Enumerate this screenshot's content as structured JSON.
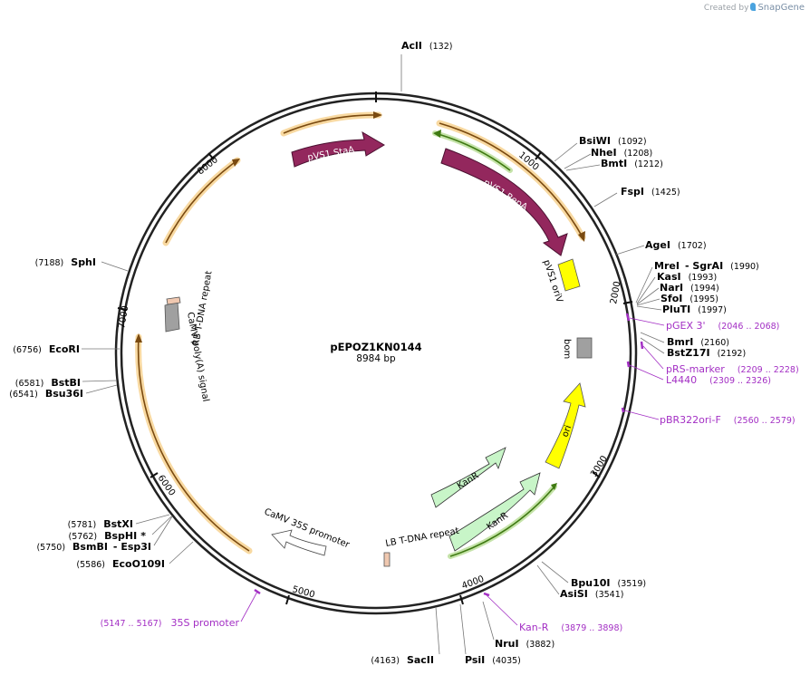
{
  "credit": {
    "created_by": "Created by",
    "brand": "SnapGene"
  },
  "plasmid": {
    "name": "pEPOZ1KN0144",
    "length_label": "8984 bp",
    "length": 8984
  },
  "ticks": [
    {
      "value": 1000,
      "label": "1000"
    },
    {
      "value": 2000,
      "label": "2000"
    },
    {
      "value": 3000,
      "label": "3000"
    },
    {
      "value": 4000,
      "label": "4000"
    },
    {
      "value": 5000,
      "label": "5000"
    },
    {
      "value": 6000,
      "label": "6000"
    },
    {
      "value": 7000,
      "label": "7000"
    },
    {
      "value": 8000,
      "label": "8000"
    }
  ],
  "sites": [
    {
      "name": "AclI",
      "pos": "(132)",
      "bp": 132
    },
    {
      "name": "BsiWI",
      "pos": "(1092)",
      "bp": 1092
    },
    {
      "name": "NheI",
      "pos": "(1208)",
      "bp": 1208
    },
    {
      "name": "BmtI",
      "pos": "(1212)",
      "bp": 1212
    },
    {
      "name": "FspI",
      "pos": "(1425)",
      "bp": 1425
    },
    {
      "name": "AgeI",
      "pos": "(1702)",
      "bp": 1702
    },
    {
      "name": "MreI",
      "name2": "- SgrAI",
      "pos": "(1990)",
      "bp": 1990
    },
    {
      "name": "KasI",
      "pos": "(1993)",
      "bp": 1993
    },
    {
      "name": "NarI",
      "pos": "(1994)",
      "bp": 1994
    },
    {
      "name": "SfoI",
      "pos": "(1995)",
      "bp": 1995
    },
    {
      "name": "PluTI",
      "pos": "(1997)",
      "bp": 1997
    },
    {
      "name": "BmrI",
      "pos": "(2160)",
      "bp": 2160
    },
    {
      "name": "BstZ17I",
      "pos": "(2192)",
      "bp": 2192
    },
    {
      "name": "Bpu10I",
      "pos": "(3519)",
      "bp": 3519
    },
    {
      "name": "AsiSI",
      "pos": "(3541)",
      "bp": 3541
    },
    {
      "name": "NruI",
      "pos": "(3882)",
      "bp": 3882
    },
    {
      "name": "PsiI",
      "pos": "(4035)",
      "bp": 4035
    },
    {
      "name": "SacII",
      "pos": "(4163)",
      "bp": 4163
    },
    {
      "name": "EcoO109I",
      "pos": "(5586)",
      "bp": 5586
    },
    {
      "name": "BsmBI",
      "name2": "- Esp3I",
      "pos": "(5750)",
      "bp": 5750
    },
    {
      "name": "BspHI",
      "name2": "*",
      "pos": "(5762)",
      "bp": 5762
    },
    {
      "name": "BstXI",
      "pos": "(5781)",
      "bp": 5781
    },
    {
      "name": "Bsu36I",
      "pos": "(6541)",
      "bp": 6541
    },
    {
      "name": "BstBI",
      "pos": "(6581)",
      "bp": 6581
    },
    {
      "name": "EcoRI",
      "pos": "(6756)",
      "bp": 6756
    },
    {
      "name": "SphI",
      "pos": "(7188)",
      "bp": 7188
    }
  ],
  "primers": [
    {
      "name": "pGEX 3'",
      "range": "(2046 .. 2068)"
    },
    {
      "name": "pRS-marker",
      "range": "(2209 .. 2228)"
    },
    {
      "name": "L4440",
      "range": "(2309 .. 2326)"
    },
    {
      "name": "pBR322ori-F",
      "range": "(2560 .. 2579)"
    },
    {
      "name": "Kan-R",
      "range": "(3879 .. 3898)"
    },
    {
      "name": "35S promoter",
      "range": "(5147 .. 5167)"
    }
  ],
  "features": [
    {
      "name": "pVS1 StaA",
      "color": "#93275d",
      "type": "cds"
    },
    {
      "name": "pVS1 RepA",
      "color": "#93275d",
      "type": "cds"
    },
    {
      "name": "pVS1 oriV",
      "color": "#ffff00",
      "type": "rep_origin"
    },
    {
      "name": "bom",
      "color": "#a0a0a0",
      "type": "misc"
    },
    {
      "name": "ori",
      "color": "#ffff00",
      "type": "rep_origin"
    },
    {
      "name": "KanR",
      "color": "#c8f5c8",
      "type": "cds"
    },
    {
      "name": "KanR",
      "color": "#c8f5c8",
      "type": "cds"
    },
    {
      "name": "LB T-DNA repeat",
      "color": "#f0c8b0",
      "type": "repeat"
    },
    {
      "name": "CaMV 35S promoter",
      "color": "#ffffff",
      "type": "promoter"
    },
    {
      "name": "CaMV poly(A) signal",
      "color": "#a0a0a0",
      "type": "terminator"
    },
    {
      "name": "RB T-DNA repeat",
      "color": "#f0c8b0",
      "type": "repeat"
    }
  ],
  "colors": {
    "backbone": "#222222",
    "orf_orange": "#f0a838",
    "orf_green": "#52a020",
    "primer": "#a32fc4"
  }
}
